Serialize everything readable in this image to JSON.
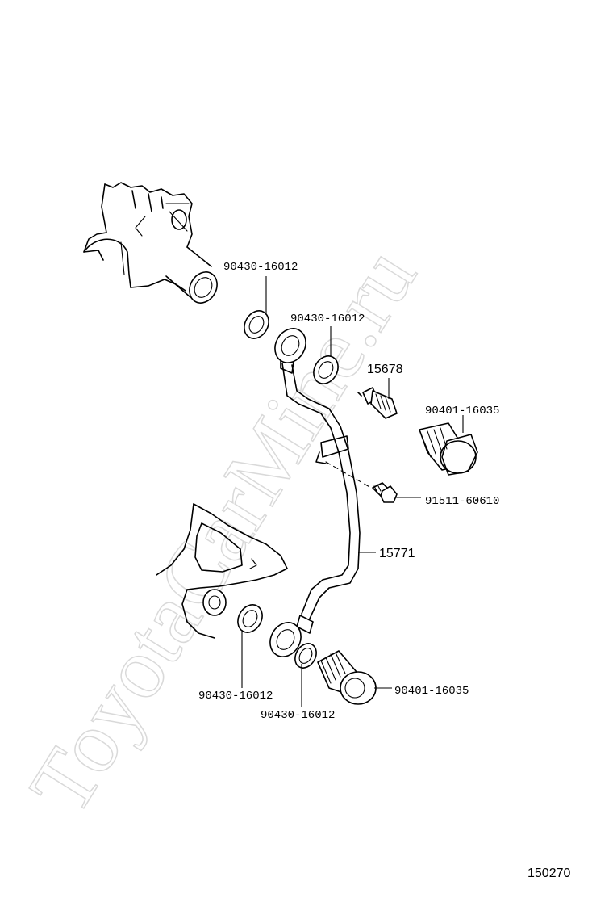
{
  "diagram": {
    "watermark": "ToyotaCarMine.ru",
    "figure_number": "150270",
    "labels": {
      "gasket_top_left": "90430-16012",
      "gasket_top_right": "90430-16012",
      "sensor": "15678",
      "union_bolt_top": "90401-16035",
      "bolt": "91511-60610",
      "oil_pipe": "15771",
      "union_bolt_bottom": "90401-16035",
      "gasket_bottom_left": "90430-16012",
      "gasket_bottom_center": "90430-16012"
    }
  }
}
